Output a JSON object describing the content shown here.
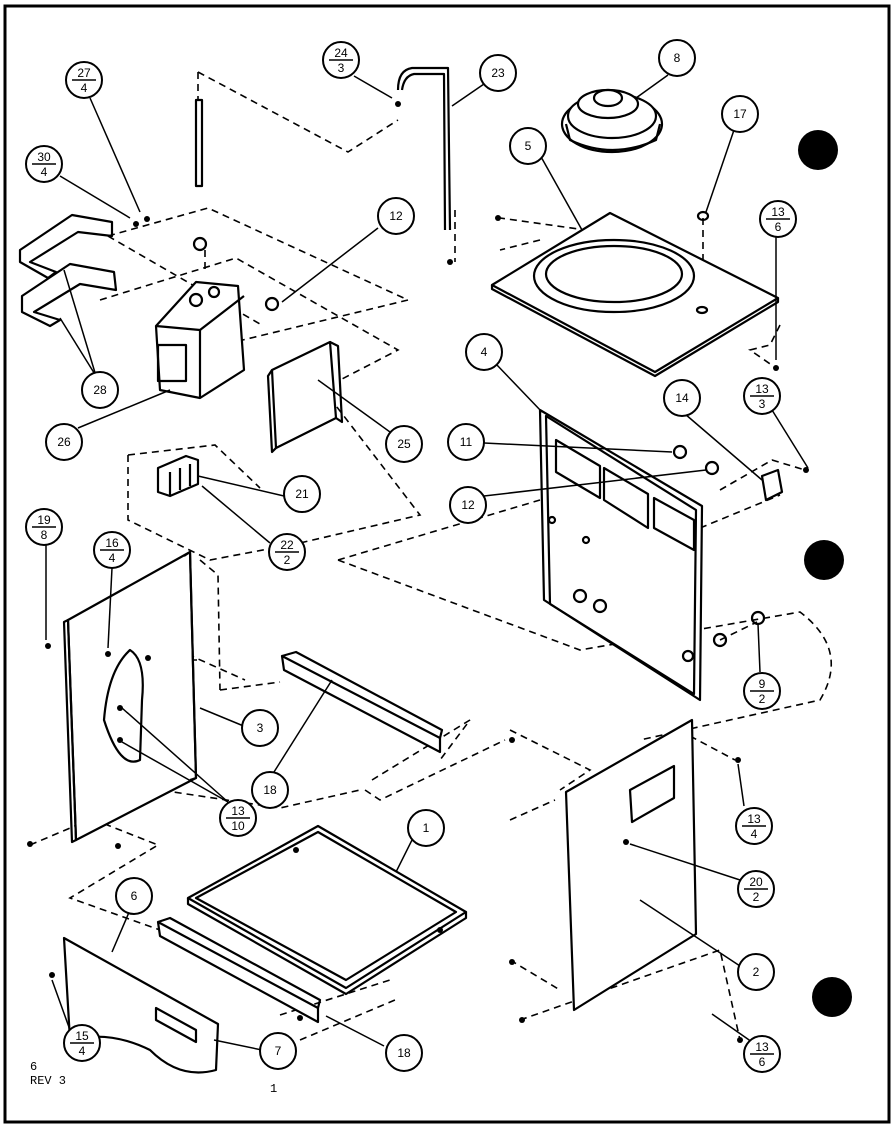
{
  "footer": {
    "line1": "6",
    "line2": "REV 3",
    "mark": "1"
  },
  "callouts": [
    {
      "id": "c-24-3",
      "num": "24",
      "den": "3"
    },
    {
      "id": "c-23",
      "num": "23"
    },
    {
      "id": "c-8",
      "num": "8"
    },
    {
      "id": "c-27-4",
      "num": "27",
      "den": "4"
    },
    {
      "id": "c-30-4",
      "num": "30",
      "den": "4"
    },
    {
      "id": "c-5",
      "num": "5"
    },
    {
      "id": "c-17",
      "num": "17"
    },
    {
      "id": "c-13-6a",
      "num": "13",
      "den": "6"
    },
    {
      "id": "c-12a",
      "num": "12"
    },
    {
      "id": "c-28",
      "num": "28"
    },
    {
      "id": "c-26",
      "num": "26"
    },
    {
      "id": "c-25",
      "num": "25"
    },
    {
      "id": "c-4",
      "num": "4"
    },
    {
      "id": "c-14",
      "num": "14"
    },
    {
      "id": "c-13-3",
      "num": "13",
      "den": "3"
    },
    {
      "id": "c-11",
      "num": "11"
    },
    {
      "id": "c-12b",
      "num": "12"
    },
    {
      "id": "c-21",
      "num": "21"
    },
    {
      "id": "c-22-2",
      "num": "22",
      "den": "2"
    },
    {
      "id": "c-19-8",
      "num": "19",
      "den": "8"
    },
    {
      "id": "c-16-4",
      "num": "16",
      "den": "4"
    },
    {
      "id": "c-9-2",
      "num": "9",
      "den": "2"
    },
    {
      "id": "c-3",
      "num": "3"
    },
    {
      "id": "c-18a",
      "num": "18"
    },
    {
      "id": "c-13-10",
      "num": "13",
      "den": "10"
    },
    {
      "id": "c-13-4",
      "num": "13",
      "den": "4"
    },
    {
      "id": "c-1",
      "num": "1"
    },
    {
      "id": "c-20-2",
      "num": "20",
      "den": "2"
    },
    {
      "id": "c-6",
      "num": "6"
    },
    {
      "id": "c-2",
      "num": "2"
    },
    {
      "id": "c-15-4",
      "num": "15",
      "den": "4"
    },
    {
      "id": "c-7",
      "num": "7"
    },
    {
      "id": "c-18b",
      "num": "18"
    },
    {
      "id": "c-13-6b",
      "num": "13",
      "den": "6"
    }
  ]
}
